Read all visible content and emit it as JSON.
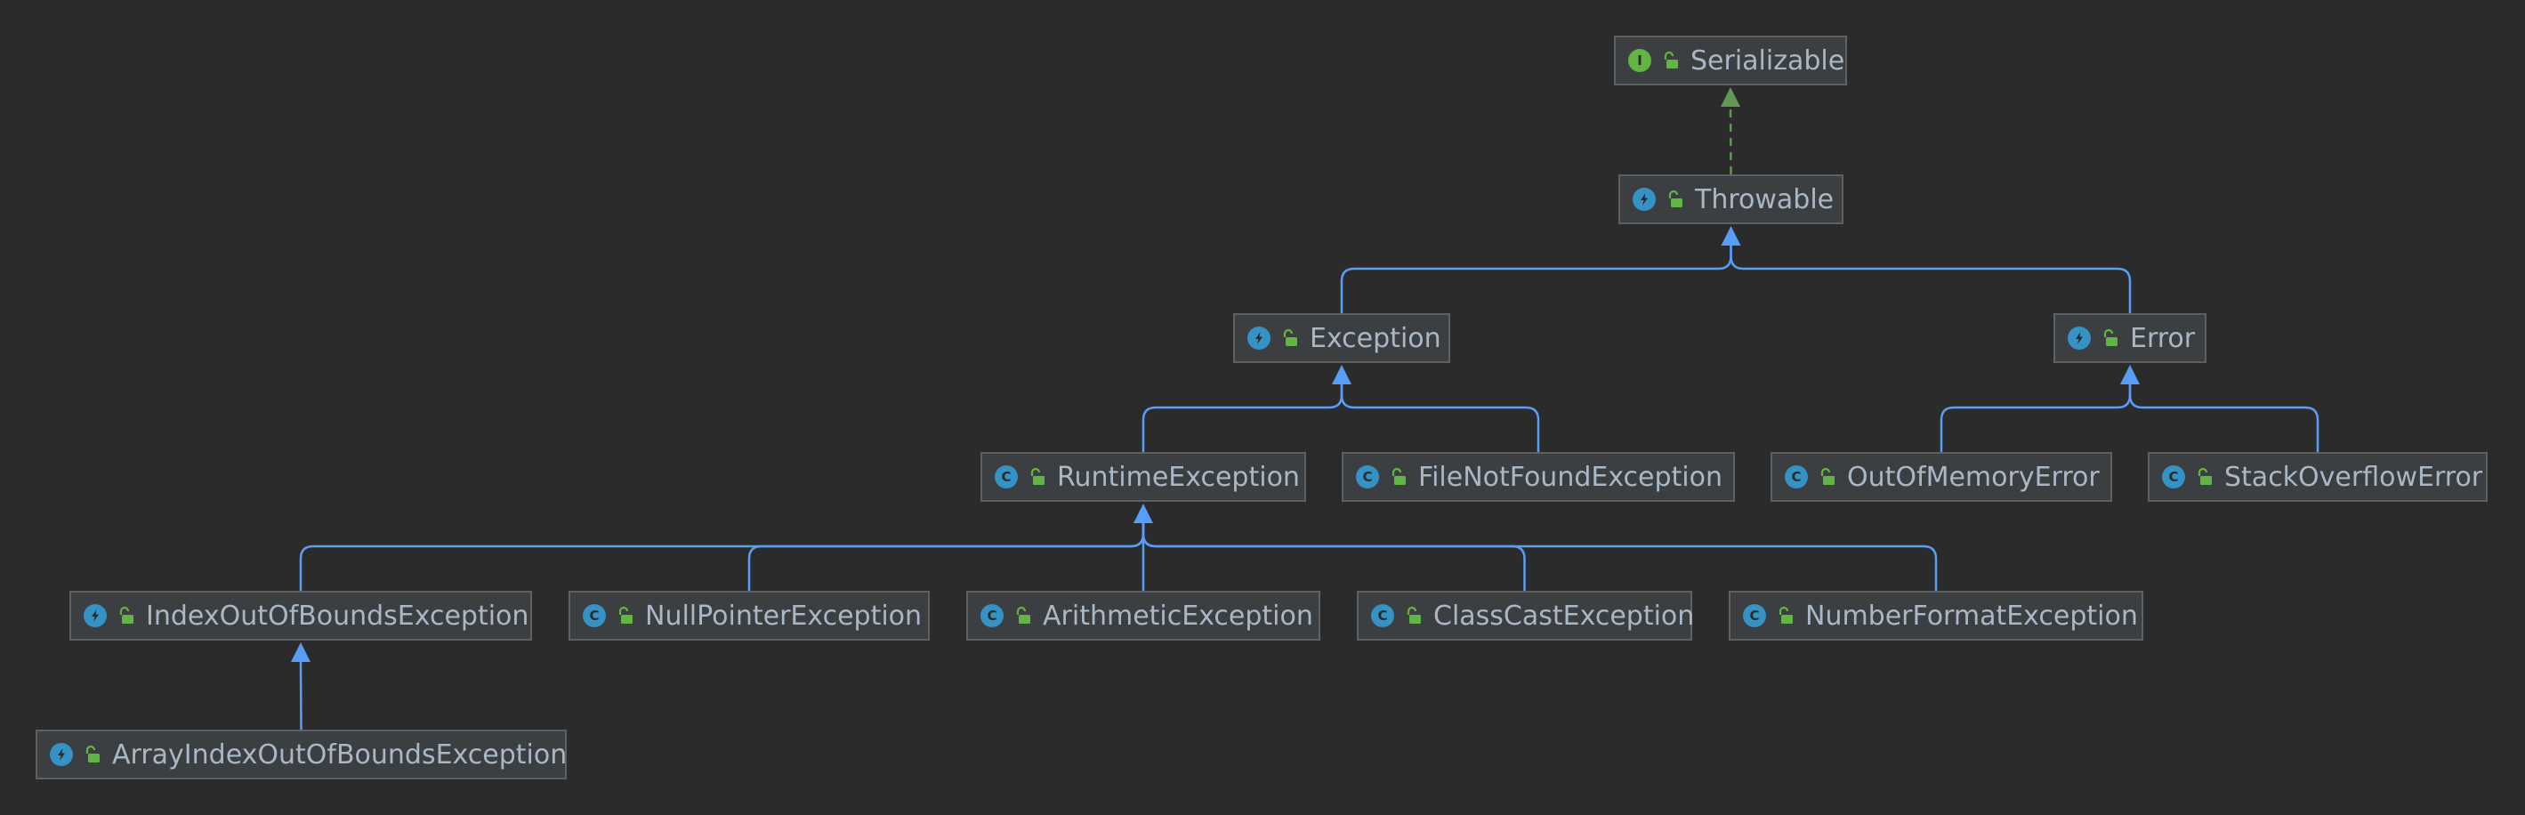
{
  "diagram": {
    "type": "class-hierarchy",
    "colors": {
      "background": "#2b2b2b",
      "node_fill": "#3c3f41",
      "node_border": "#5e6164",
      "label": "#a9b7c6",
      "extends_edge": "#589df6",
      "implements_edge": "#629755",
      "class_icon": "#3592c4",
      "interface_icon": "#62b543",
      "public_icon": "#62b543"
    },
    "nodes": [
      {
        "id": "serializable",
        "label": "Serializable",
        "kind": "interface",
        "icon": "interface-icon",
        "badge": "I"
      },
      {
        "id": "throwable",
        "label": "Throwable",
        "kind": "exception-class",
        "icon": "exception-class-icon",
        "badge": ""
      },
      {
        "id": "exception",
        "label": "Exception",
        "kind": "exception-class",
        "icon": "exception-class-icon",
        "badge": ""
      },
      {
        "id": "error",
        "label": "Error",
        "kind": "exception-class",
        "icon": "exception-class-icon",
        "badge": ""
      },
      {
        "id": "runtimeexception",
        "label": "RuntimeException",
        "kind": "class",
        "icon": "class-icon",
        "badge": "C"
      },
      {
        "id": "filenotfoundexception",
        "label": "FileNotFoundException",
        "kind": "class",
        "icon": "class-icon",
        "badge": "C"
      },
      {
        "id": "outofmemoryerror",
        "label": "OutOfMemoryError",
        "kind": "class",
        "icon": "class-icon",
        "badge": "C"
      },
      {
        "id": "stackoverflowerror",
        "label": "StackOverflowError",
        "kind": "class",
        "icon": "class-icon",
        "badge": "C"
      },
      {
        "id": "indexoutofboundsexception",
        "label": "IndexOutOfBoundsException",
        "kind": "exception-class",
        "icon": "exception-class-icon",
        "badge": ""
      },
      {
        "id": "nullpointerexception",
        "label": "NullPointerException",
        "kind": "class",
        "icon": "class-icon",
        "badge": "C"
      },
      {
        "id": "arithmeticexception",
        "label": "ArithmeticException",
        "kind": "class",
        "icon": "class-icon",
        "badge": "C"
      },
      {
        "id": "classcastexception",
        "label": "ClassCastException",
        "kind": "class",
        "icon": "class-icon",
        "badge": "C"
      },
      {
        "id": "numberformatexception",
        "label": "NumberFormatException",
        "kind": "class",
        "icon": "class-icon",
        "badge": "C"
      },
      {
        "id": "arrayindexoutofboundsexception",
        "label": "ArrayIndexOutOfBoundsException",
        "kind": "exception-class",
        "icon": "exception-class-icon",
        "badge": ""
      }
    ],
    "edges": [
      {
        "from": "throwable",
        "to": "serializable",
        "relation": "implements"
      },
      {
        "from": "exception",
        "to": "throwable",
        "relation": "extends"
      },
      {
        "from": "error",
        "to": "throwable",
        "relation": "extends"
      },
      {
        "from": "runtimeexception",
        "to": "exception",
        "relation": "extends"
      },
      {
        "from": "filenotfoundexception",
        "to": "exception",
        "relation": "extends"
      },
      {
        "from": "outofmemoryerror",
        "to": "error",
        "relation": "extends"
      },
      {
        "from": "stackoverflowerror",
        "to": "error",
        "relation": "extends"
      },
      {
        "from": "indexoutofboundsexception",
        "to": "runtimeexception",
        "relation": "extends"
      },
      {
        "from": "nullpointerexception",
        "to": "runtimeexception",
        "relation": "extends"
      },
      {
        "from": "arithmeticexception",
        "to": "runtimeexception",
        "relation": "extends"
      },
      {
        "from": "classcastexception",
        "to": "runtimeexception",
        "relation": "extends"
      },
      {
        "from": "numberformatexception",
        "to": "runtimeexception",
        "relation": "extends"
      },
      {
        "from": "arrayindexoutofboundsexception",
        "to": "indexoutofboundsexception",
        "relation": "extends"
      }
    ]
  }
}
